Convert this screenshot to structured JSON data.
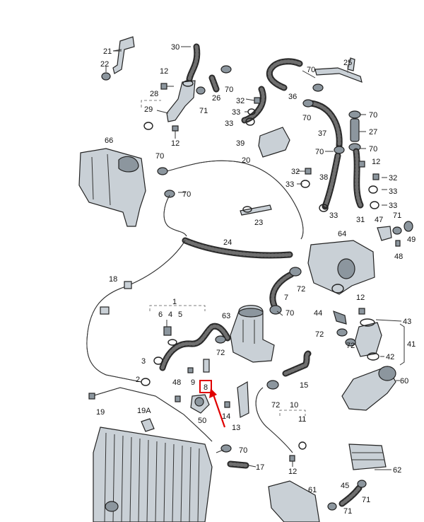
{
  "callouts": {
    "l21": "21",
    "l22": "22",
    "l30": "30",
    "l12a": "12",
    "l28": "28",
    "l29": "29",
    "l26": "26",
    "l70a": "70",
    "l71a": "71",
    "l12b": "12",
    "l32a": "32",
    "l33a": "33",
    "l33b": "33",
    "l36": "36",
    "l70b": "70",
    "l25": "25",
    "l70c": "70",
    "l70d": "70",
    "l27": "27",
    "l37": "37",
    "l70e": "70",
    "l70f": "70",
    "l39": "39",
    "l66": "66",
    "l70g": "70",
    "l20": "20",
    "l70h": "70",
    "l32b": "32",
    "l33c": "33",
    "l38": "38",
    "l12c": "12",
    "l32c": "32",
    "l33d": "33",
    "l33e": "33",
    "l23": "23",
    "l33f": "33",
    "l31": "31",
    "l47": "47",
    "l71b": "71",
    "l49": "49",
    "l48a": "48",
    "l64": "64",
    "l24": "24",
    "l18": "18",
    "l72a": "72",
    "l7": "7",
    "l70i": "70",
    "l1": "1",
    "l6": "6",
    "l4": "4",
    "l5": "5",
    "l63": "63",
    "l12d": "12",
    "l44": "44",
    "l43": "43",
    "l72b": "72",
    "l72c": "72",
    "l41": "41",
    "l42": "42",
    "l3": "3",
    "l9": "9",
    "l2": "2",
    "l48b": "48",
    "l8": "8",
    "l15": "15",
    "l60": "60",
    "l19": "19",
    "l50": "50",
    "l14": "14",
    "l13": "13",
    "l72d": "72",
    "l10": "10",
    "l11": "11",
    "l19a": "19A",
    "l70j": "70",
    "l17": "17",
    "l12e": "12",
    "l62": "62",
    "l61": "61",
    "l45": "45",
    "l71c": "71",
    "l71d": "71"
  },
  "highlight": {
    "part_number": "8",
    "color": "#e00000"
  },
  "colors": {
    "part_fill": "#c9d0d6",
    "hose": "#2b2b2b"
  }
}
